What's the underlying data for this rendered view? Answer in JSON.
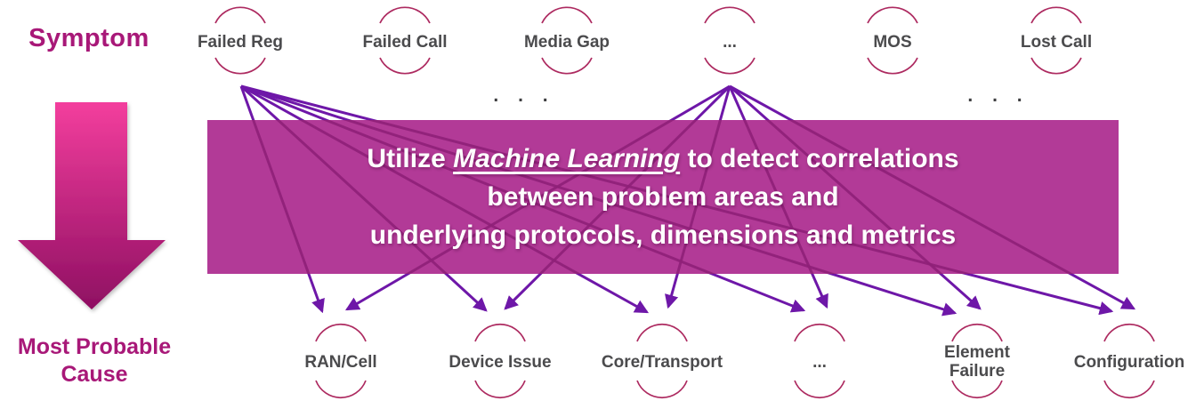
{
  "left_panel": {
    "symptom_label": "Symptom",
    "cause_label_line1": "Most Probable",
    "cause_label_line2": "Cause"
  },
  "banner": {
    "line1_prefix": "Utilize ",
    "line1_highlight": "Machine Learning",
    "line1_suffix": " to detect correlations",
    "line2": "between problem areas and",
    "line3": "underlying protocols, dimensions and metrics"
  },
  "symptom_nodes": [
    {
      "label": "Failed Reg"
    },
    {
      "label": "Failed Call"
    },
    {
      "label": "Media Gap"
    },
    {
      "label": "..."
    },
    {
      "label": "MOS"
    },
    {
      "label": "Lost Call"
    }
  ],
  "cause_nodes": [
    {
      "label": "RAN/Cell"
    },
    {
      "label": "Device Issue"
    },
    {
      "label": "Core/Transport"
    },
    {
      "label": "..."
    },
    {
      "label_line1": "Element",
      "label_line2": "Failure"
    },
    {
      "label": "Configuration"
    }
  ],
  "separators": {
    "top_left_dots": ". . .",
    "top_right_dots": ". . ."
  },
  "connections": [
    {
      "from": "Failed Reg",
      "to": [
        "RAN/Cell",
        "Device Issue",
        "Core/Transport",
        "...",
        "Element Failure",
        "Configuration"
      ]
    },
    {
      "from": "...",
      "to": [
        "RAN/Cell",
        "Device Issue",
        "Core/Transport",
        "...",
        "Element Failure",
        "Configuration"
      ]
    }
  ],
  "colors": {
    "accent_magenta": "#A81878",
    "banner_bg": "#B23A97",
    "banner_text": "#FFFFFF",
    "edge_purple": "#6E17A8",
    "edge_in_banner": "#8F2078",
    "node_arc": "#AD2A60",
    "node_label": "#4B4B4D",
    "big_arrow_gradient_top": "#F33E9D",
    "big_arrow_gradient_bottom": "#8E0F62"
  }
}
